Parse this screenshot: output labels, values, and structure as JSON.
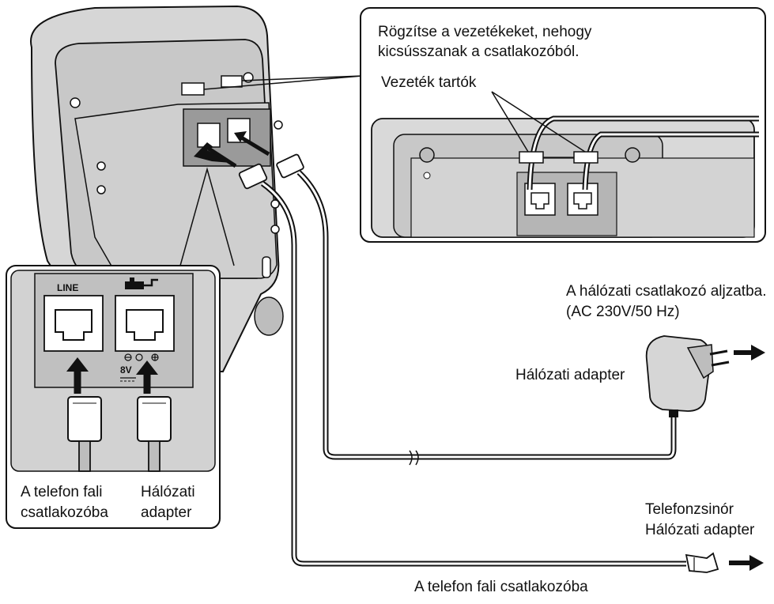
{
  "labels": {
    "secure_cords": [
      "Rögzítse a vezetékeket, nehogy",
      "kicsússzanak a csatlakozóból."
    ],
    "cord_hooks": "Vezeték tartók",
    "power_outlet": [
      "A hálózati csatlakozó aljzatba.",
      "(AC 230V/50 Hz)"
    ],
    "ac_adaptor": "Hálózati adapter",
    "inset_left": [
      "A telefon fali",
      "csatlakozóba"
    ],
    "inset_right": [
      "Hálózati",
      "adapter"
    ],
    "phone_cord": [
      "Telefonzsinór",
      "Hálózati adapter"
    ],
    "wall_jack": "A telefon fali csatlakozóba"
  },
  "ports": {
    "line": "LINE",
    "power_voltage": "8V"
  },
  "colors": {
    "line": "#111111",
    "device_fill": "#d9d9d9",
    "device_dark": "#bdbdbd",
    "background": "#ffffff"
  },
  "icons": [
    "arrow-right-icon",
    "arrow-up-icon",
    "dc-power-icon",
    "ac-plug-icon",
    "phone-plug-icon"
  ]
}
